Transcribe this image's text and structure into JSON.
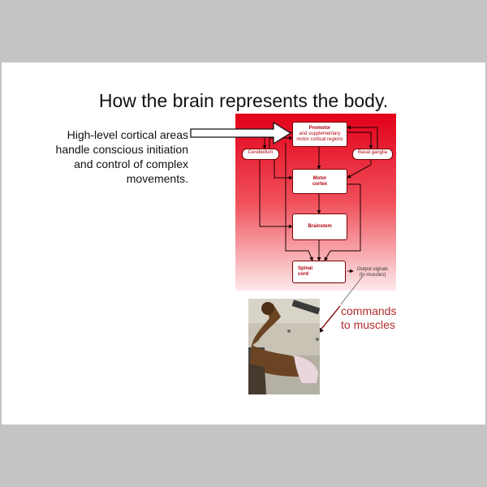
{
  "slide": {
    "title": "How the brain represents the body.",
    "lead_text_lines": [
      "High-level cortical areas",
      "handle conscious initiation",
      "and control of complex",
      "movements."
    ],
    "diagram": {
      "premotor": {
        "title": "Premotor",
        "subtitle_1": "and supplementary",
        "subtitle_2": "motor cortical regions"
      },
      "cerebellum": "Cerebellum",
      "basal_ganglia": "Basal ganglia",
      "motor_cortex": {
        "line1": "Motor",
        "line2": "cortex"
      },
      "brainstem": "Brainstem",
      "spinal_cord": {
        "line1": "Spinal",
        "line2": "cord"
      },
      "output": {
        "line1": "Output signals",
        "line2": "(to muscles)"
      }
    },
    "commands_lines": [
      "commands",
      "to muscles"
    ]
  },
  "colors": {
    "slide_bg": "#ffffff",
    "backdrop": "#c4c4c4",
    "panel_red": "#e2001a",
    "node_text": "#b00010",
    "annotation_red": "#b22a2a"
  }
}
